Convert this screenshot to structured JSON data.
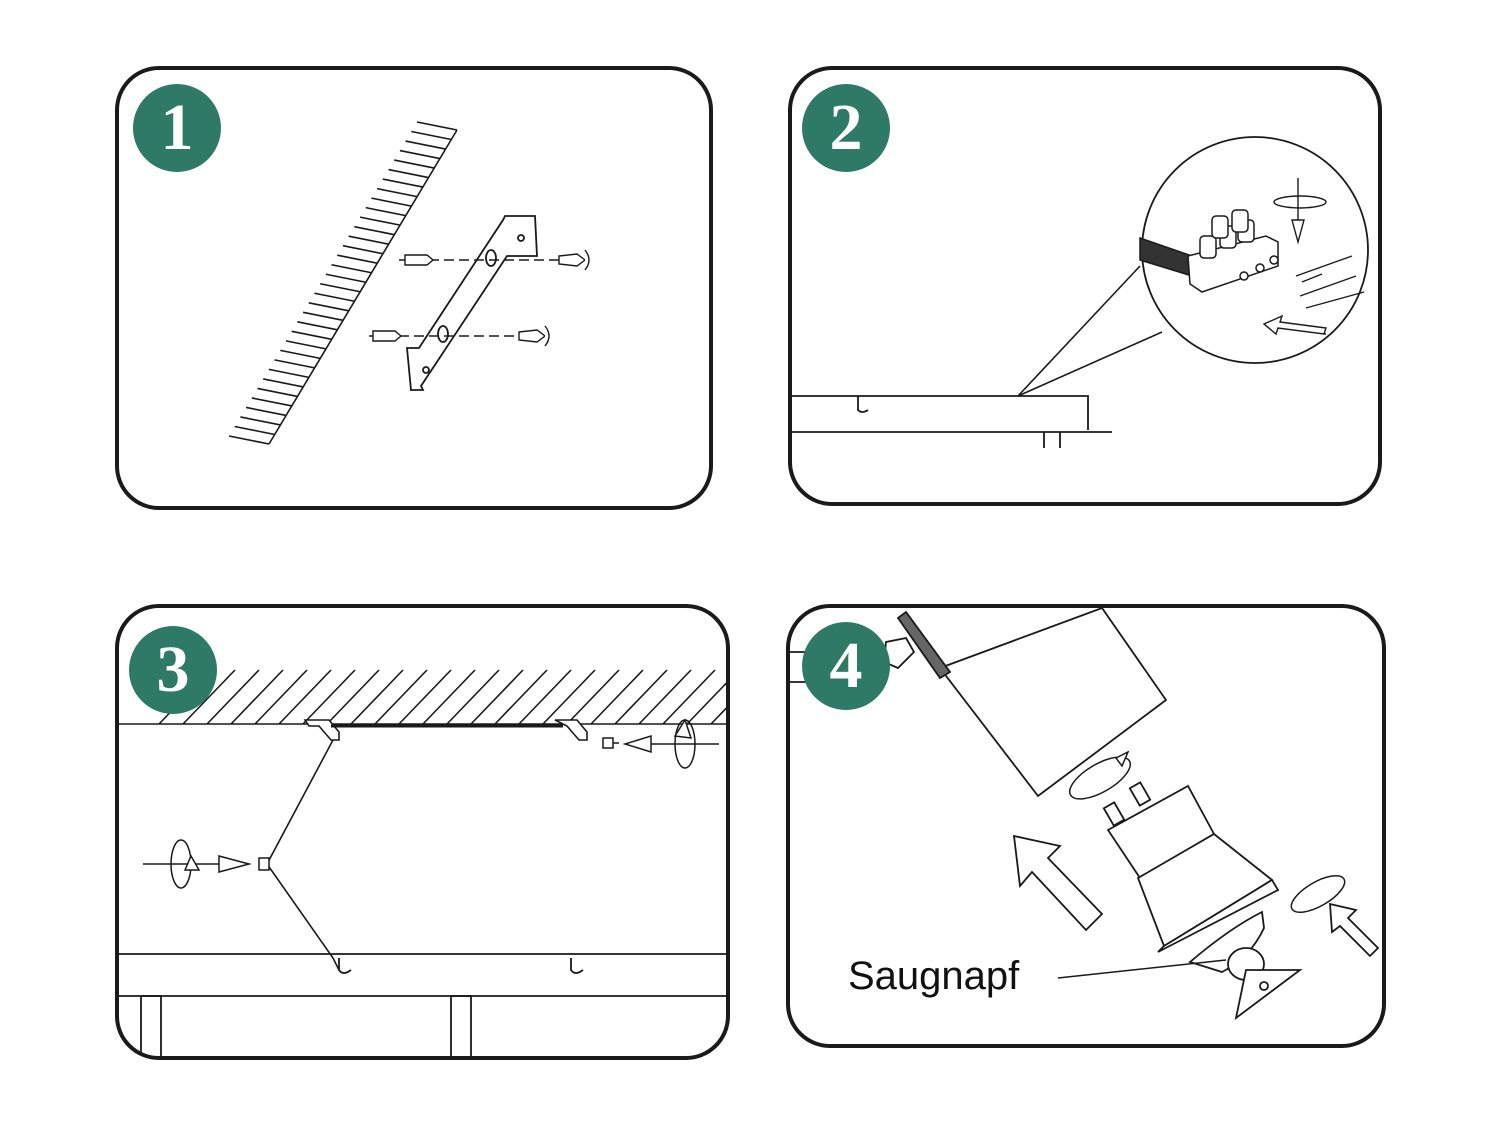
{
  "steps": [
    {
      "number": "1",
      "badge_color": "#2e7a66"
    },
    {
      "number": "2",
      "badge_color": "#2e7a66"
    },
    {
      "number": "3",
      "badge_color": "#2e7a66"
    },
    {
      "number": "4",
      "badge_color": "#2e7a66",
      "label": "Saugnapf"
    }
  ],
  "colors": {
    "line": "#1a1a1a",
    "badge": "#2e7a66",
    "background": "#ffffff"
  },
  "icons": [
    "hatched-wall",
    "mounting-bracket",
    "wall-plug",
    "screw",
    "terminal-block",
    "magnifier-circle",
    "rotation-arrow",
    "push-arrow",
    "gu10-bulb",
    "suction-cup"
  ]
}
